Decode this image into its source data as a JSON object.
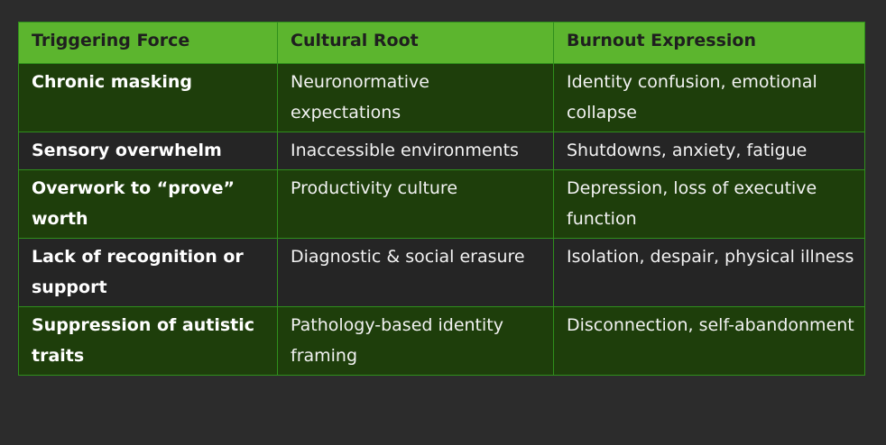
{
  "table": {
    "headers": [
      "Triggering Force",
      "Cultural Root",
      "Burnout Expression"
    ],
    "rows": [
      [
        "Chronic masking",
        "Neuronormative expectations",
        "Identity confusion, emotional collapse"
      ],
      [
        "Sensory overwhelm",
        "Inaccessible environments",
        "Shutdowns, anxiety, fatigue"
      ],
      [
        "Overwork to “prove” worth",
        "Productivity culture",
        "Depression, loss of executive function"
      ],
      [
        "Lack of recognition or support",
        "Diagnostic & social erasure",
        "Isolation, despair, physical illness"
      ],
      [
        "Suppression of autistic traits",
        "Pathology-based identity framing",
        "Disconnection, self-abandonment"
      ]
    ]
  },
  "colors": {
    "header_bg": "#5cb52e",
    "row_green": "#1e3e0b",
    "row_dark": "#252525",
    "border": "#2f8f1c",
    "page_bg": "#2c2c2c"
  }
}
